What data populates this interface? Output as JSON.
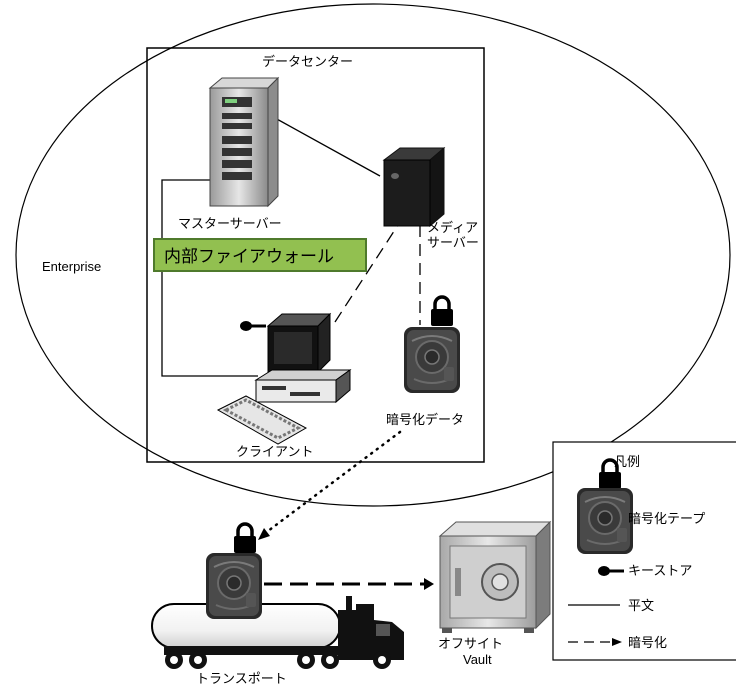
{
  "labels": {
    "data_center": "データセンター",
    "master_server": "マスターサーバー",
    "media_server_line1": "メディア",
    "media_server_line2": "サーバー",
    "internal_firewall": "内部ファイアウォール",
    "enterprise": "Enterprise",
    "client": "クライアント",
    "encrypted_data": "暗号化データ",
    "transport": "トランスポート",
    "offsite_line1": "オフサイト",
    "offsite_line2": "Vault"
  },
  "legend": {
    "title": "凡例",
    "items": [
      {
        "icon": "lock-tape-icon",
        "label": "暗号化テープ"
      },
      {
        "icon": "key-icon",
        "label": "キーストア"
      },
      {
        "icon": "solid-line",
        "label": "平文"
      },
      {
        "icon": "dashed-arrow",
        "label": "暗号化"
      }
    ]
  },
  "colors": {
    "firewall_fill": "#92c050",
    "firewall_border": "#4f7a2c",
    "tape_body": "#2a2a2a",
    "vault_body": "#c8c8c8"
  }
}
